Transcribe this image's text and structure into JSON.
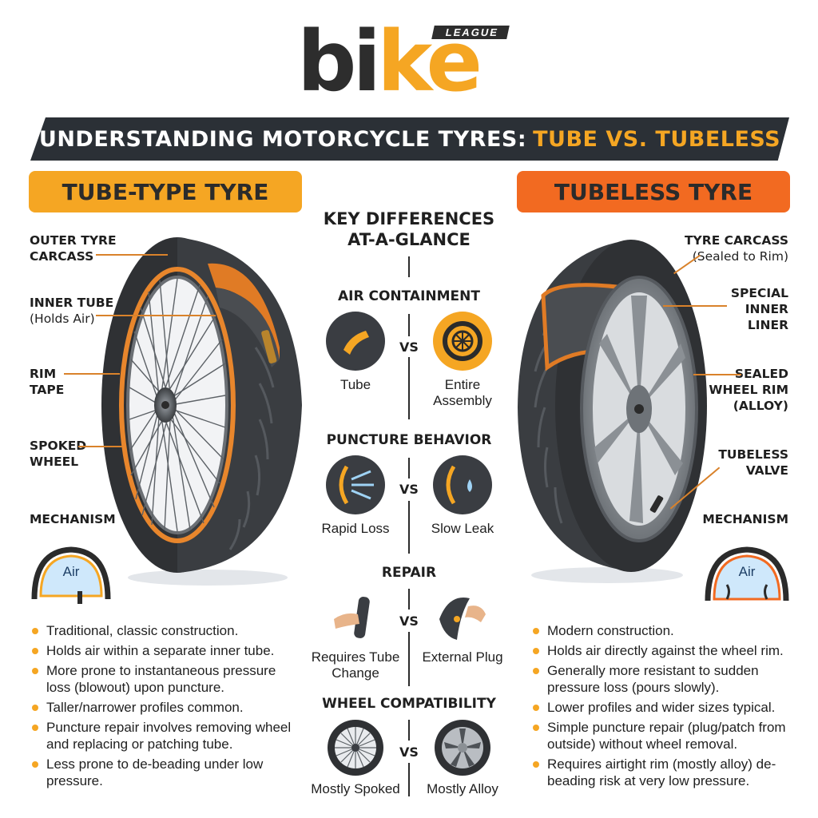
{
  "logo": {
    "word_dark": "bi",
    "word_accent": "ke",
    "tag": "LEAGUE"
  },
  "banner": {
    "title_main": "UNDERSTANDING MOTORCYCLE TYRES:",
    "title_highlight": "TUBE VS. TUBELESS"
  },
  "left": {
    "header": "TUBE-TYPE TYRE",
    "labels": {
      "outer_carcass": "OUTER TYRE CARCASS",
      "inner_tube": "INNER TUBE",
      "inner_tube_sub": "(Holds Air)",
      "rim_tape": "RIM TAPE",
      "spoked_wheel": "SPOKED WHEEL",
      "mechanism": "MECHANISM",
      "air": "Air"
    },
    "bullets": [
      "Traditional, classic construction.",
      "Holds air within a separate inner tube.",
      "More prone to instantaneous pressure loss (blowout) upon puncture.",
      "Taller/narrower profiles common.",
      "Puncture repair involves removing wheel and replacing or patching tube.",
      "Less prone to de-beading under low pressure."
    ]
  },
  "right": {
    "header": "TUBELESS TYRE",
    "labels": {
      "carcass": "TYRE CARCASS",
      "carcass_sub": "(Sealed to Rim)",
      "liner": "SPECIAL INNER LINER",
      "rim": "SEALED WHEEL RIM (ALLOY)",
      "valve": "TUBELESS VALVE",
      "mechanism": "MECHANISM",
      "air": "Air"
    },
    "bullets": [
      "Modern construction.",
      "Holds air directly against the wheel rim.",
      "Generally more resistant to sudden pressure loss (pours slowly).",
      "Lower profiles and wider sizes typical.",
      "Simple puncture repair (plug/patch from outside) without wheel removal.",
      "Requires airtight rim (mostly alloy) de-beading risk at very low pressure."
    ]
  },
  "center": {
    "title": "KEY DIFFERENCES AT-A-GLANCE",
    "vs": "VS",
    "sections": [
      {
        "heading": "AIR CONTAINMENT",
        "left": "Tube",
        "right": "Entire Assembly",
        "left_icon": "tube-icon",
        "right_icon": "assembly-icon"
      },
      {
        "heading": "PUNCTURE BEHAVIOR",
        "left": "Rapid Loss",
        "right": "Slow Leak",
        "left_icon": "rapid-loss-icon",
        "right_icon": "slow-leak-icon"
      },
      {
        "heading": "REPAIR",
        "left": "Requires Tube Change",
        "right": "External Plug",
        "left_icon": "tube-change-icon",
        "right_icon": "external-plug-icon"
      },
      {
        "heading": "WHEEL COMPATIBILITY",
        "left": "Mostly Spoked",
        "right": "Mostly Alloy",
        "left_icon": "spoked-wheel-icon",
        "right_icon": "alloy-wheel-icon"
      }
    ]
  },
  "colors": {
    "orange": "#f5a623",
    "deep_orange": "#f26a21",
    "dark": "#2b3036",
    "tyre": "#333639"
  }
}
